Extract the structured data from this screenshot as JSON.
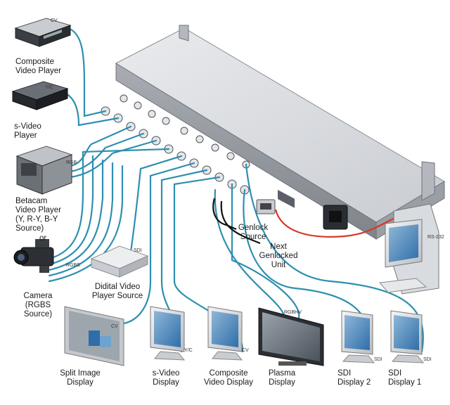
{
  "devices": {
    "composite_player": "Composite\nVideo Player",
    "svideo_player": "s-Video\nPlayer",
    "betacam_player": "Betacam\nVideo Player\n(Y, R-Y, B-Y\nSource)",
    "or_text": "or",
    "camera": "Camera\n(RGBS\nSource)",
    "digital_source": "Didital Video\nPlayer Source",
    "genlock_source": "Genlock\nSource",
    "next_genlocked": "Next\nGenlocked\nUnit",
    "split_display": "Split Image\nDisplay",
    "svideo_display": "s-Video\nDisplay",
    "composite_display": "Composite\nVideo Display",
    "plasma_display": "Plasma\nDisplay",
    "sdi_display_2": "SDI\nDisplay 2",
    "sdi_display_1": "SDI\nDisplay 1"
  },
  "tags": {
    "cv_in": "CV",
    "yc_in": "Y/C",
    "rgb_in": "RGB",
    "rgbs_in": "RGBS",
    "sdi_in": "SDI",
    "rs232": "RS-232",
    "cv_split": "CV",
    "yc_out": "Y/C",
    "cv_out": "CV",
    "rgbhv": "RGBHV",
    "sdi_2": "SDI",
    "sdi_1": "SDI"
  },
  "colors": {
    "cable": "#2d8fb0",
    "serial_cable": "#d43a2a",
    "genlock_cable": "#111111",
    "chassis": "#cfd2d6"
  }
}
